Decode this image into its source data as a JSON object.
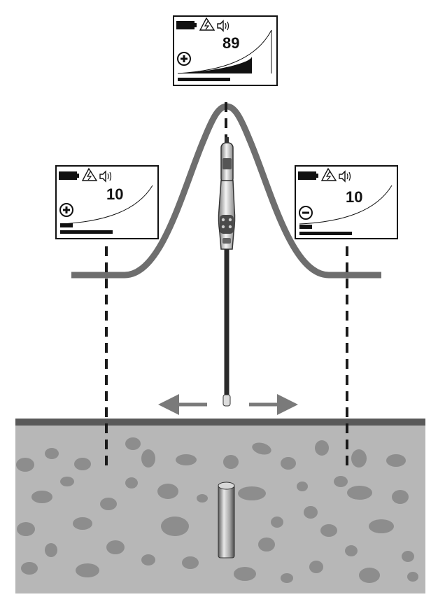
{
  "displays": {
    "left": {
      "sign": "plus",
      "reading": "10",
      "level": 0.12
    },
    "center": {
      "sign": "plus",
      "reading": "89",
      "level": 0.89
    },
    "right": {
      "sign": "minus",
      "reading": "10",
      "level": 0.12
    }
  },
  "icons": [
    "battery-icon",
    "lightning-icon",
    "speaker-icon",
    "plus-icon",
    "minus-icon"
  ],
  "colors": {
    "curve": "#6e6e6e",
    "ground": "#b7b7b7",
    "ground_top": "#595959",
    "stone": "#8d8d8d",
    "dashes": "#1a1a1a",
    "arrows": "#7a7a7a"
  }
}
